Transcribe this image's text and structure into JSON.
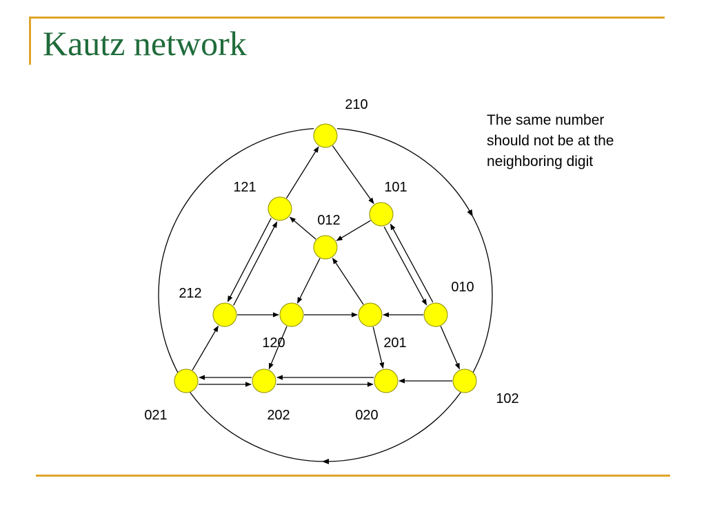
{
  "slide": {
    "title": "Kautz network",
    "note_lines": [
      "The same number",
      "should not be at the",
      "neighboring digit"
    ]
  },
  "colors": {
    "title": "#1f6b3a",
    "accent_rule": "#e0a429",
    "node_fill": "#ffff00",
    "node_stroke": "#8a8a00",
    "edge": "#000000"
  },
  "nodes": [
    {
      "id": "210",
      "label": "210"
    },
    {
      "id": "121",
      "label": "121"
    },
    {
      "id": "101",
      "label": "101"
    },
    {
      "id": "012",
      "label": "012"
    },
    {
      "id": "212",
      "label": "212"
    },
    {
      "id": "120",
      "label": "120"
    },
    {
      "id": "201",
      "label": "201"
    },
    {
      "id": "010",
      "label": "010"
    },
    {
      "id": "021",
      "label": "021"
    },
    {
      "id": "202",
      "label": "202"
    },
    {
      "id": "020",
      "label": "020"
    },
    {
      "id": "102",
      "label": "102"
    }
  ],
  "edges": [
    {
      "from": "210",
      "to": "101"
    },
    {
      "from": "121",
      "to": "210"
    },
    {
      "from": "121",
      "to": "212"
    },
    {
      "from": "212",
      "to": "121"
    },
    {
      "from": "012",
      "to": "121"
    },
    {
      "from": "101",
      "to": "012"
    },
    {
      "from": "101",
      "to": "010"
    },
    {
      "from": "010",
      "to": "101"
    },
    {
      "from": "012",
      "to": "120"
    },
    {
      "from": "201",
      "to": "012"
    },
    {
      "from": "212",
      "to": "120"
    },
    {
      "from": "120",
      "to": "201"
    },
    {
      "from": "010",
      "to": "201"
    },
    {
      "from": "010",
      "to": "102"
    },
    {
      "from": "021",
      "to": "212"
    },
    {
      "from": "120",
      "to": "202"
    },
    {
      "from": "201",
      "to": "020"
    },
    {
      "from": "020",
      "to": "202"
    },
    {
      "from": "202",
      "to": "020"
    },
    {
      "from": "102",
      "to": "020"
    },
    {
      "from": "202",
      "to": "021"
    },
    {
      "from": "021",
      "to": "202"
    }
  ],
  "ring_arcs": [
    {
      "from": "210",
      "to": "102"
    },
    {
      "from": "102",
      "to": "021"
    },
    {
      "from": "021",
      "to": "210"
    }
  ]
}
